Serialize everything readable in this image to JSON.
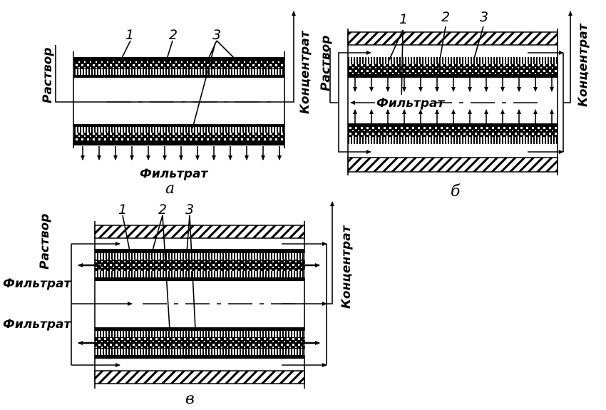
{
  "labels": {
    "solution": "Раствор",
    "concentrate": "Концентрат",
    "filtrate": "Фильтрат",
    "layer1": "1",
    "layer2": "2",
    "layer3": "3",
    "fig_a": "а",
    "fig_b": "б",
    "fig_v": "в"
  }
}
